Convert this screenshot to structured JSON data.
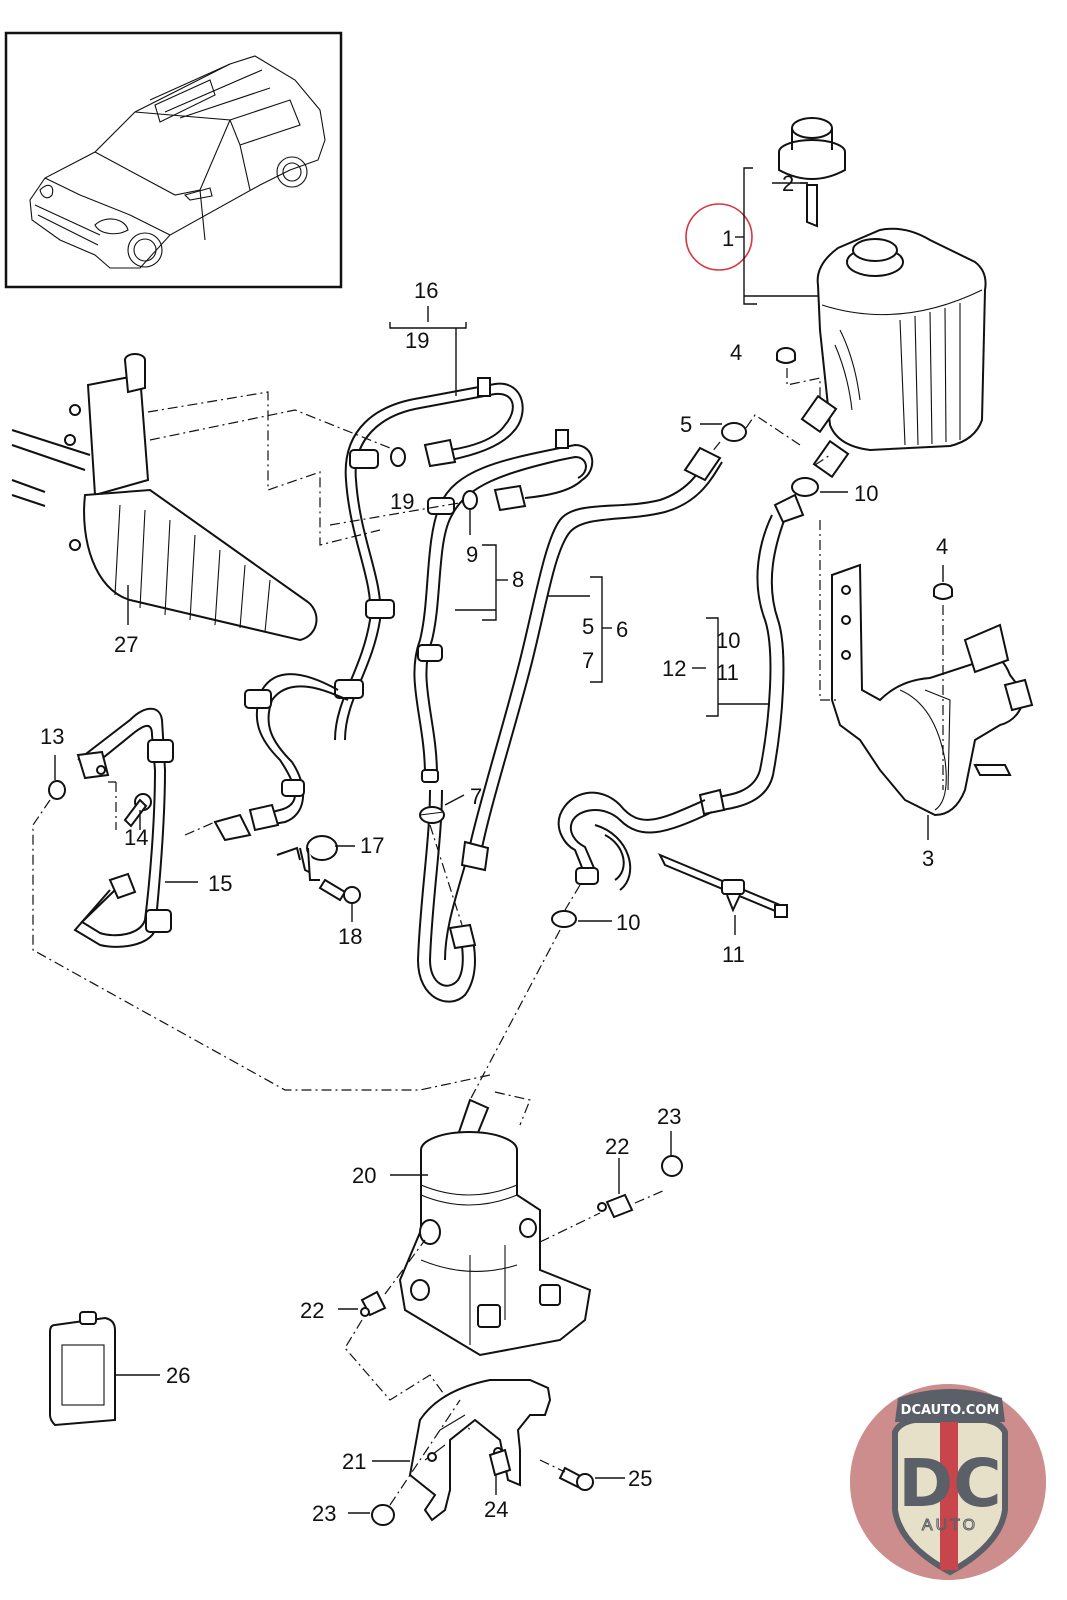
{
  "diagram": {
    "title": "Power steering reservoir, pump and hoses exploded view",
    "vehicle_thumbnail": "SUV isometric line drawing",
    "highlight": {
      "part": "1",
      "color": "#d9363e"
    },
    "callouts": [
      {
        "id": "c1",
        "text": "1"
      },
      {
        "id": "c2",
        "text": "2"
      },
      {
        "id": "c3",
        "text": "3"
      },
      {
        "id": "c4a",
        "text": "4"
      },
      {
        "id": "c4b",
        "text": "4"
      },
      {
        "id": "c5a",
        "text": "5"
      },
      {
        "id": "c5b",
        "text": "5"
      },
      {
        "id": "c6",
        "text": "6"
      },
      {
        "id": "c7a",
        "text": "7"
      },
      {
        "id": "c7b",
        "text": "7"
      },
      {
        "id": "c8",
        "text": "8"
      },
      {
        "id": "c9",
        "text": "9"
      },
      {
        "id": "c10a",
        "text": "10"
      },
      {
        "id": "c10b",
        "text": "10"
      },
      {
        "id": "c10c",
        "text": "10"
      },
      {
        "id": "c11a",
        "text": "11"
      },
      {
        "id": "c11b",
        "text": "11"
      },
      {
        "id": "c12",
        "text": "12"
      },
      {
        "id": "c13",
        "text": "13"
      },
      {
        "id": "c14",
        "text": "14"
      },
      {
        "id": "c15",
        "text": "15"
      },
      {
        "id": "c16",
        "text": "16"
      },
      {
        "id": "c17",
        "text": "17"
      },
      {
        "id": "c18",
        "text": "18"
      },
      {
        "id": "c19a",
        "text": "19"
      },
      {
        "id": "c19b",
        "text": "19"
      },
      {
        "id": "c20",
        "text": "20"
      },
      {
        "id": "c21",
        "text": "21"
      },
      {
        "id": "c22a",
        "text": "22"
      },
      {
        "id": "c22b",
        "text": "22"
      },
      {
        "id": "c23a",
        "text": "23"
      },
      {
        "id": "c23b",
        "text": "23"
      },
      {
        "id": "c24",
        "text": "24"
      },
      {
        "id": "c25",
        "text": "25"
      },
      {
        "id": "c26",
        "text": "26"
      },
      {
        "id": "c27",
        "text": "27"
      }
    ]
  },
  "watermark": {
    "top_text": "DCAUTO.COM",
    "main_text": "DC",
    "sub_text": "AUTO",
    "colors": {
      "red": "#c8454b",
      "gray": "#5b6068",
      "cream": "#e6e0c8",
      "bg": "#c98686"
    }
  }
}
